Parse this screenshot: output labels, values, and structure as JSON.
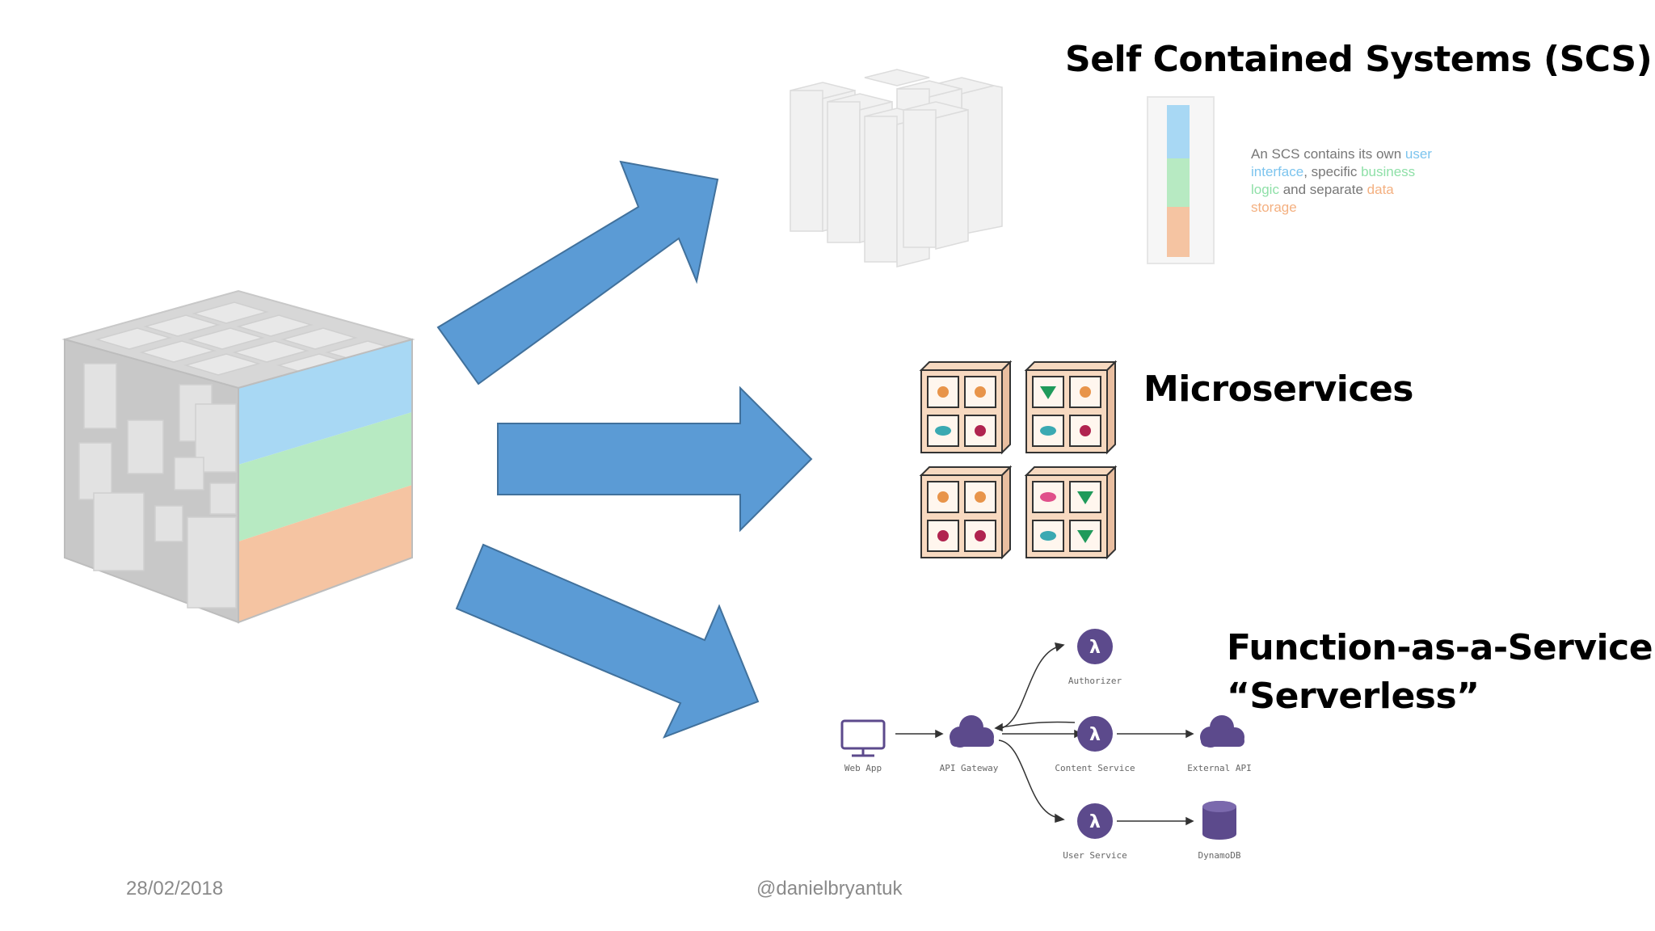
{
  "titles": {
    "scs": "Self Contained Systems (SCS)",
    "microservices": "Microservices",
    "faas_line1": "Function-as-a-Service",
    "faas_line2": "“Serverless”"
  },
  "scs_note": {
    "part1": "An SCS contains its own ",
    "ui": "user interface",
    "part2": ", specific ",
    "bl": "business logic",
    "part3": " and separate ",
    "ds": "data storage"
  },
  "faas": {
    "web_app": "Web App",
    "api_gateway": "API Gateway",
    "authorizer": "Authorizer",
    "content_service": "Content Service",
    "external_api": "External API",
    "user_service": "User Service",
    "dynamodb": "DynamoDB"
  },
  "footer": {
    "date": "28/02/2018",
    "handle": "@danielbryantuk"
  },
  "colors": {
    "arrow": "#5b9bd5",
    "ui_layer": "#a8d8f4",
    "logic_layer": "#b7eac2",
    "data_layer": "#f5c4a2",
    "faas_purple": "#5c4a8c",
    "micro_orange": "#e8944a",
    "micro_teal": "#3aa9b2",
    "micro_red": "#b0234f",
    "micro_green": "#1f9a5a",
    "micro_pink": "#e0508a"
  }
}
